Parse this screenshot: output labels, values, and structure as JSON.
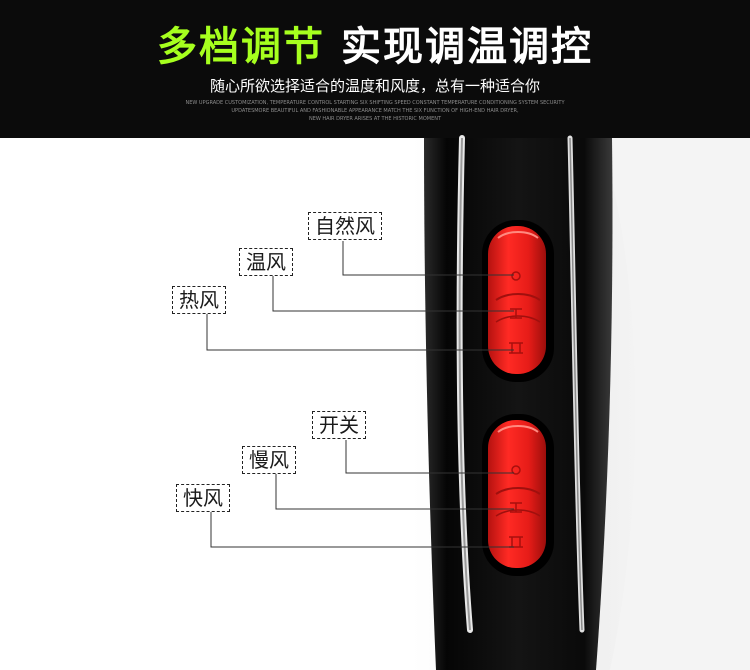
{
  "header": {
    "title_highlight": "多档调节",
    "title_rest": "实现调温调控",
    "subtitle": "随心所欲选择适合的温度和风度，总有一种适合你",
    "english_lines": [
      "NEW UPGRADE CUSTOMIZATION, TEMPERATURE CONTROL STARTING SIX SHIFTING SPEED CONSTANT TEMPERATURE CONDITIONING SYSTEM SECURITY",
      "UPDATESMORE BEAUTIFUL AND FASHIONABLE APPEARANCE MATCH THE SIX FUNCTION OF HIGH-END HAIR DRYER,",
      "NEW HAIR DRYER ARISES AT THE HISTORIC MOMENT"
    ]
  },
  "temperature_switch": {
    "labels": [
      "自然风",
      "温风",
      "热风"
    ]
  },
  "speed_switch": {
    "labels": [
      "开关",
      "慢风",
      "快风"
    ]
  },
  "colors": {
    "banner_bg": "#0b0b0b",
    "highlight": "#a6ff1e",
    "button_red": "#e8201e"
  }
}
